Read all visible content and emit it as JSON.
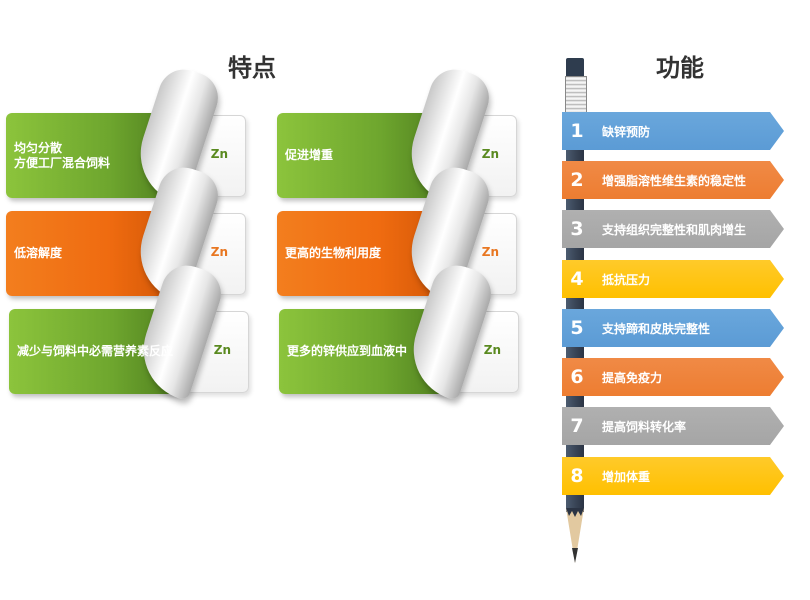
{
  "features": {
    "title": "特点",
    "cards": [
      {
        "text": "均匀分散\n方便工厂混合饲料",
        "tag": "Zn",
        "color": "green"
      },
      {
        "text": "促进增重",
        "tag": "Zn",
        "color": "green"
      },
      {
        "text": "低溶解度",
        "tag": "Zn",
        "color": "orange"
      },
      {
        "text": "更高的生物利用度",
        "tag": "Zn",
        "color": "orange"
      },
      {
        "text": "减少与饲料中必需营养素反应",
        "tag": "Zn",
        "color": "green"
      },
      {
        "text": "更多的锌供应到血液中",
        "tag": "Zn",
        "color": "green"
      }
    ]
  },
  "functions": {
    "title": "功能",
    "items": [
      {
        "num": "1",
        "label": "缺锌预防",
        "color": "#5B9BD5"
      },
      {
        "num": "2",
        "label": "增强脂溶性维生素的稳定性",
        "color": "#ED7D31"
      },
      {
        "num": "3",
        "label": "支持组织完整性和肌肉增生",
        "color": "#A5A5A5"
      },
      {
        "num": "4",
        "label": "抵抗压力",
        "color": "#FFC000"
      },
      {
        "num": "5",
        "label": "支持蹄和皮肤完整性",
        "color": "#5B9BD5"
      },
      {
        "num": "6",
        "label": "提高免疫力",
        "color": "#ED7D31"
      },
      {
        "num": "7",
        "label": "提高饲料转化率",
        "color": "#A5A5A5"
      },
      {
        "num": "8",
        "label": "增加体重",
        "color": "#FFC000"
      }
    ]
  }
}
